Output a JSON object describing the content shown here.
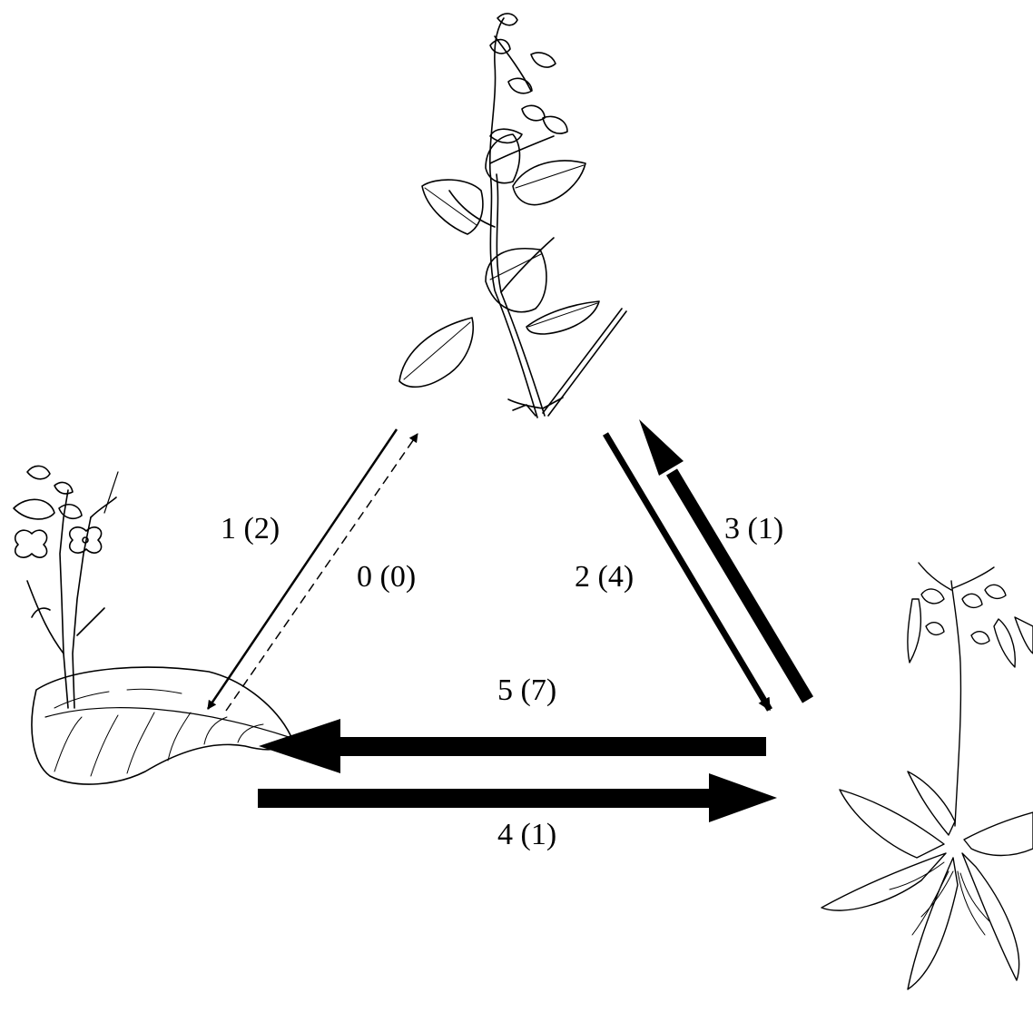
{
  "diagram": {
    "nodes": [
      {
        "id": "top",
        "kind": "plant",
        "name": "climbing-leafy-plant",
        "illustration": "botanical line drawing of a climbing plant with ovate leaves and pendant flowers"
      },
      {
        "id": "left",
        "kind": "plant",
        "name": "unifoliate-plant",
        "illustration": "botanical line drawing with a single large basal leaf and flowering stalk"
      },
      {
        "id": "right",
        "kind": "plant",
        "name": "rosette-plant",
        "illustration": "botanical line drawing with a basal rosette of leaves and tall flowering stem"
      }
    ],
    "edges": [
      {
        "from": "top",
        "to": "left",
        "label": "1 (2)",
        "style": "thin-solid"
      },
      {
        "from": "left",
        "to": "top",
        "label": "0 (0)",
        "style": "thin-dashed"
      },
      {
        "from": "top",
        "to": "right",
        "label": "2 (4)",
        "style": "medium-solid"
      },
      {
        "from": "right",
        "to": "top",
        "label": "3 (1)",
        "style": "thick-solid"
      },
      {
        "from": "right",
        "to": "left",
        "label": "5 (7)",
        "style": "very-thick-solid"
      },
      {
        "from": "left",
        "to": "right",
        "label": "4 (1)",
        "style": "very-thick-solid"
      }
    ]
  },
  "colors": {
    "ink": "#000000",
    "background": "#ffffff"
  }
}
